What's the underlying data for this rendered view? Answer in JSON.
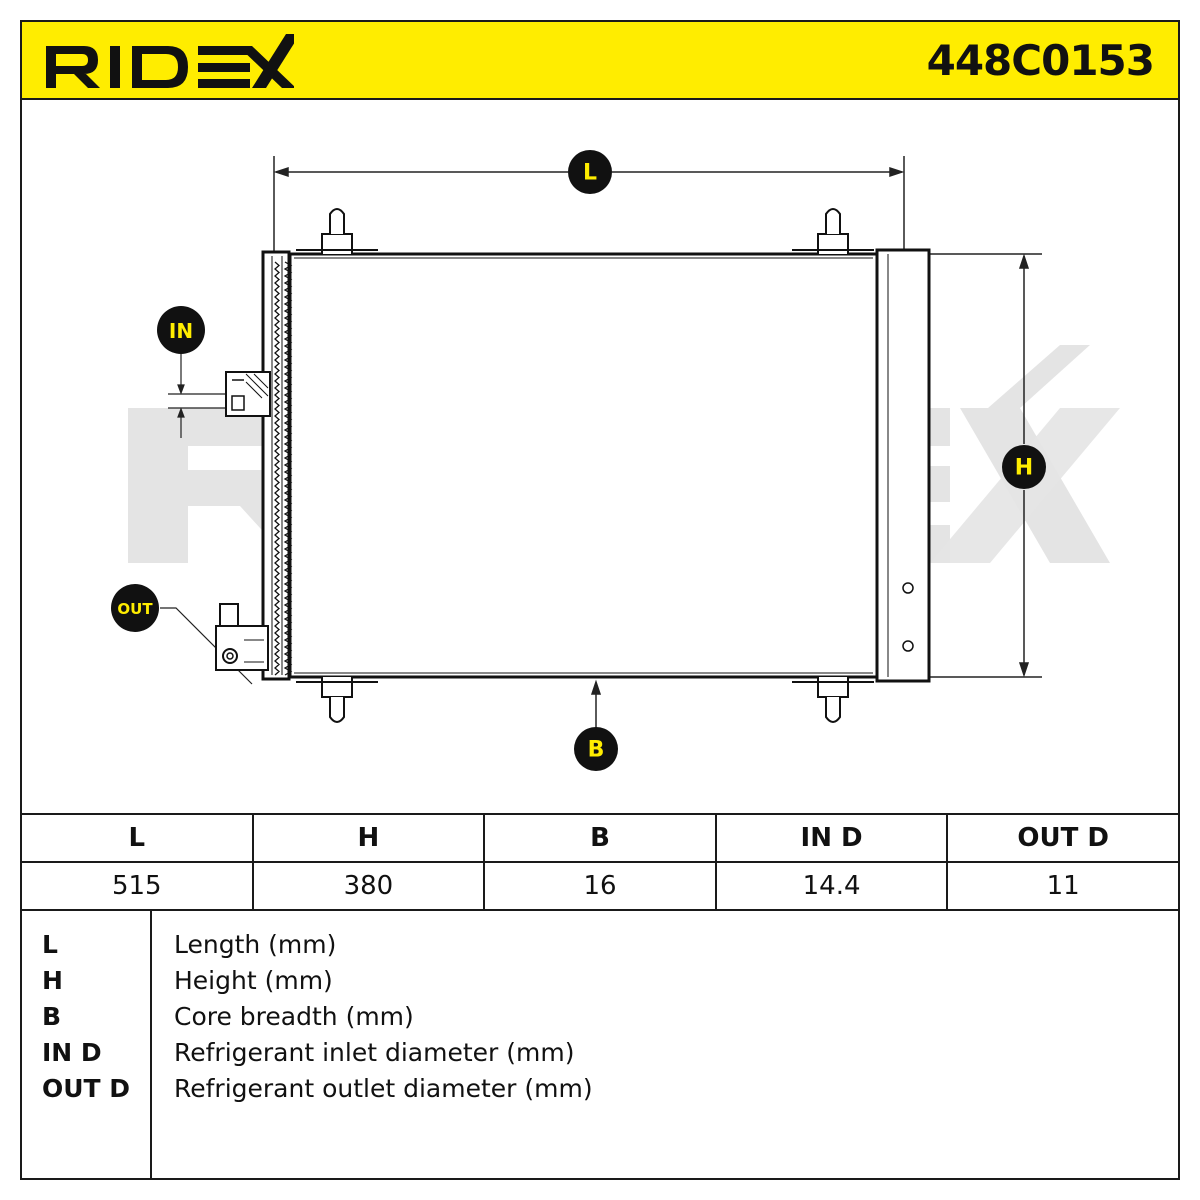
{
  "header": {
    "brand": "RIDEX",
    "part_number": "448C0153",
    "accent_color": "#FFED00"
  },
  "diagram": {
    "watermark": "RIDEX",
    "labels": {
      "length": "L",
      "height": "H",
      "breadth": "B",
      "inlet": "IN",
      "outlet": "OUT"
    }
  },
  "dimensions_table": {
    "headers": [
      "L",
      "H",
      "B",
      "IN D",
      "OUT D"
    ],
    "values": [
      "515",
      "380",
      "16",
      "14.4",
      "11"
    ]
  },
  "legend": [
    {
      "code": "L",
      "description": "Length (mm)"
    },
    {
      "code": "H",
      "description": "Height (mm)"
    },
    {
      "code": "B",
      "description": "Core breadth (mm)"
    },
    {
      "code": "IN D",
      "description": "Refrigerant inlet diameter (mm)"
    },
    {
      "code": "OUT D",
      "description": "Refrigerant outlet diameter (mm)"
    }
  ]
}
